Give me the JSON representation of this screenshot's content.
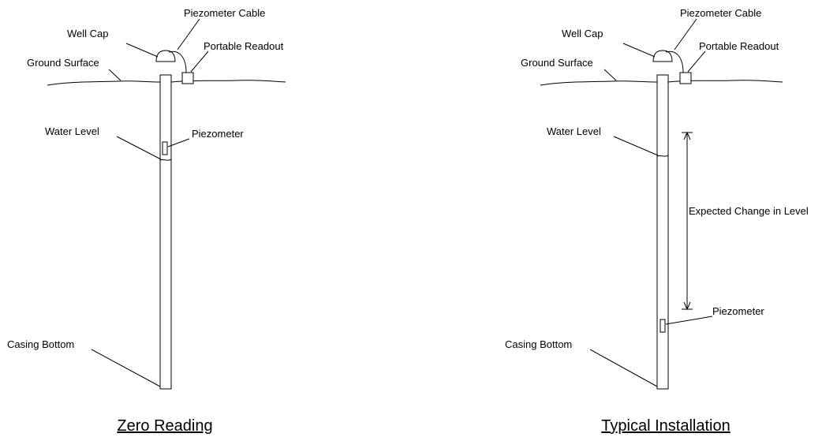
{
  "colors": {
    "ink": "#000000",
    "background": "#ffffff"
  },
  "panels": [
    {
      "caption": "Zero Reading",
      "labels": {
        "well_cap": "Well Cap",
        "piezometer_cable": "Piezometer Cable",
        "portable_readout": "Portable Readout",
        "ground_surface": "Ground Surface",
        "water_level": "Water Level",
        "piezometer": "Piezometer",
        "casing_bottom": "Casing Bottom"
      }
    },
    {
      "caption": "Typical Installation",
      "labels": {
        "well_cap": "Well Cap",
        "piezometer_cable": "Piezometer Cable",
        "portable_readout": "Portable Readout",
        "ground_surface": "Ground Surface",
        "water_level": "Water Level",
        "piezometer": "Piezometer",
        "casing_bottom": "Casing Bottom",
        "expected_change": "Expected Change in Level"
      }
    }
  ]
}
